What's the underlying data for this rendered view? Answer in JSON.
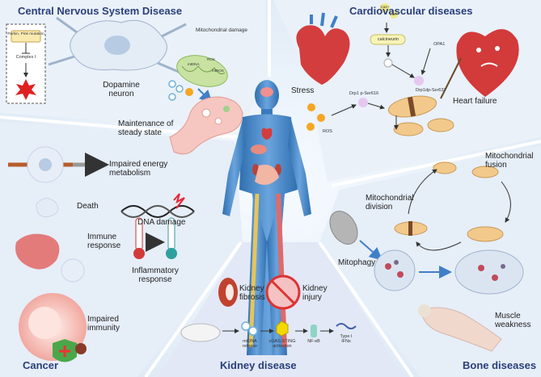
{
  "cns": {
    "title": "Central Nervous System Disease",
    "parkin": "Parkin, Pink mutation",
    "complex1": "Complex I",
    "mito_damage": "Mitochondrial damage",
    "mtdna_small": "mtDNA",
    "ros_small": "ROS",
    "mtros_small": "mtROS",
    "dopamine": "Dopamine neuron",
    "steady": "Maintenance of steady state"
  },
  "cardio": {
    "title": "Cardiovascular diseases",
    "stress": "Stress",
    "ros": "ROS",
    "ca1": "Ca2+",
    "ca2": "Ca2+",
    "calcineurin": "calcineurin",
    "opa1": "OPA1",
    "drp_p616": "Drp1 p-Ser616",
    "drp_p637": "Drp1dp-Ser637",
    "heart_failure": "Heart failure"
  },
  "cancer": {
    "title": "Cancer",
    "energy": "Impaired energy metabolism",
    "death": "Death",
    "dna_damage": "DNA damage",
    "immune": "Immune response",
    "inflammatory": "Inflammatory response",
    "immunity": "Impaired immunity"
  },
  "kidney": {
    "title": "Kidney disease",
    "fibrosis": "Kidney fibrosis",
    "injury": "Kidney injury",
    "mtdna_release": "mtDNA release",
    "cgas": "cGAS-STING activation",
    "nfkb": "NF-κB",
    "ifn": "Type I IFNs"
  },
  "bone": {
    "title": "Bone diseases",
    "fusion": "Mitochondrial fusion",
    "division": "Mitochondrial division",
    "mitophagy": "Mitophagy",
    "muscle": "Muscle weakness"
  },
  "colors": {
    "title": "#2a3f7a",
    "panel_light": "#eef4fb",
    "panel_mid": "#dbe7f4",
    "body": "#4f86c6",
    "heart": "#d43d3d",
    "mito": "#f2c98a"
  }
}
